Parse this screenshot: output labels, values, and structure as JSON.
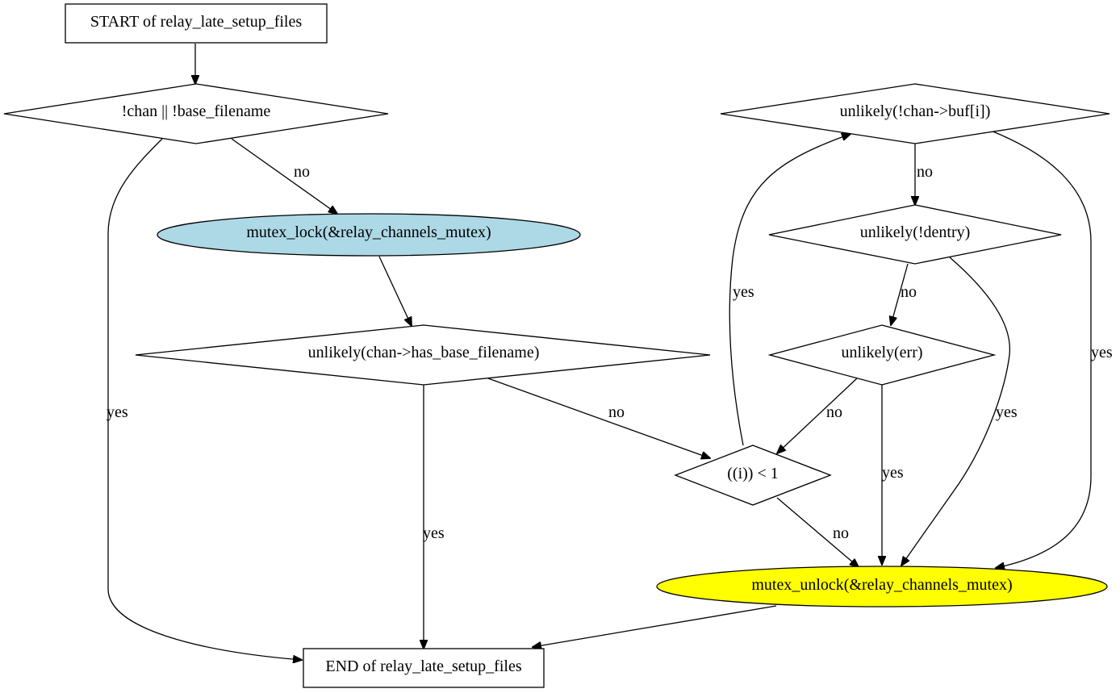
{
  "diagram": {
    "nodes": {
      "start": {
        "label": "START of relay_late_setup_files",
        "shape": "box"
      },
      "check_args": {
        "label": "!chan || !base_filename",
        "shape": "diamond"
      },
      "lock": {
        "label": "mutex_lock(&relay_channels_mutex)",
        "shape": "ellipse",
        "fill": "#add8e6"
      },
      "check_has_base": {
        "label": "unlikely(chan->has_base_filename)",
        "shape": "diamond"
      },
      "check_buf": {
        "label": "unlikely(!chan->buf[i])",
        "shape": "diamond"
      },
      "check_dentry": {
        "label": "unlikely(!dentry)",
        "shape": "diamond"
      },
      "check_err": {
        "label": "unlikely(err)",
        "shape": "diamond"
      },
      "loop_cond": {
        "label": "((i)) < 1",
        "shape": "diamond"
      },
      "unlock": {
        "label": "mutex_unlock(&relay_channels_mutex)",
        "shape": "ellipse",
        "fill": "#ffff00"
      },
      "end": {
        "label": "END of relay_late_setup_files",
        "shape": "box"
      }
    },
    "edges": [
      {
        "from": "start",
        "to": "check_args",
        "label": ""
      },
      {
        "from": "check_args",
        "to": "lock",
        "label": "no"
      },
      {
        "from": "check_args",
        "to": "end",
        "label": "yes"
      },
      {
        "from": "lock",
        "to": "check_has_base",
        "label": ""
      },
      {
        "from": "check_has_base",
        "to": "loop_cond",
        "label": "no"
      },
      {
        "from": "check_has_base",
        "to": "end",
        "label": "yes"
      },
      {
        "from": "loop_cond",
        "to": "check_buf",
        "label": "yes"
      },
      {
        "from": "loop_cond",
        "to": "unlock",
        "label": "no"
      },
      {
        "from": "check_buf",
        "to": "check_dentry",
        "label": "no"
      },
      {
        "from": "check_buf",
        "to": "unlock",
        "label": "yes"
      },
      {
        "from": "check_dentry",
        "to": "check_err",
        "label": "no"
      },
      {
        "from": "check_dentry",
        "to": "unlock",
        "label": "yes"
      },
      {
        "from": "check_err",
        "to": "loop_cond",
        "label": "no"
      },
      {
        "from": "check_err",
        "to": "unlock",
        "label": "yes"
      },
      {
        "from": "unlock",
        "to": "end",
        "label": ""
      }
    ]
  }
}
